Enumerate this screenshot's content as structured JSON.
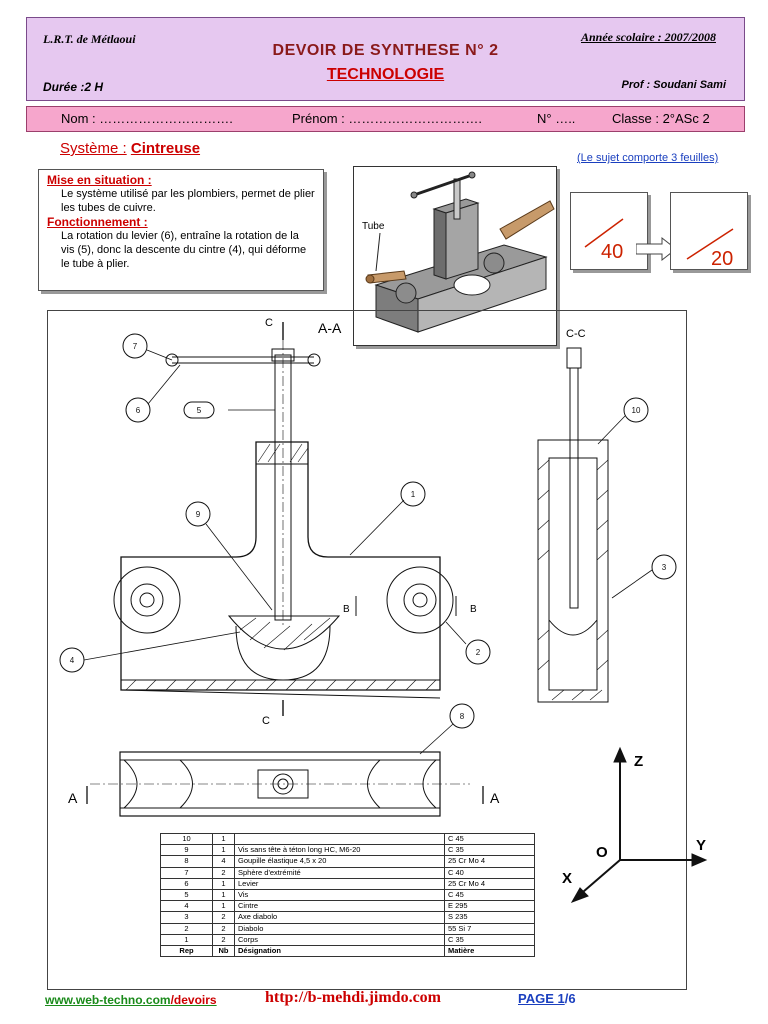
{
  "header": {
    "school": "L.R.T. de Métlaoui",
    "year": "Année scolaire : 2007/2008",
    "title": "DEVOIR  DE  SYNTHESE  N° 2",
    "subject": "TECHNOLOGIE",
    "duration": "Durée :2 H",
    "prof": "Prof : Soudani Sami"
  },
  "identity": {
    "nom": "Nom : ………………………….",
    "prenom": "Prénom : ………………………….",
    "numero": "N° …..",
    "classe": "Classe : 2°ASc 2"
  },
  "system": {
    "label": "Système :",
    "name": "Cintreuse",
    "note": "(Le sujet comporte 3 feuilles)"
  },
  "description": {
    "mise_title": "Mise en situation :",
    "mise_text": "Le système utilisé par les plombiers, permet de plier les tubes de cuivre.",
    "fonc_title": "Fonctionnement :",
    "fonc_text": "La rotation du levier (6), entraîne la rotation de la vis (5), donc la descente du cintre (4), qui déforme le tube à plier."
  },
  "photo": {
    "tube_label": "Tube"
  },
  "scale": {
    "from": "40",
    "to": "20"
  },
  "drawing": {
    "section_aa": "A-A",
    "section_cc": "C-C",
    "label_c": "C",
    "label_a": "A",
    "label_b": "B",
    "callouts": [
      "1",
      "2",
      "3",
      "4",
      "5",
      "6",
      "7",
      "8",
      "9",
      "10"
    ],
    "axes": {
      "z": "Z",
      "y": "Y",
      "x": "X",
      "o": "O"
    }
  },
  "parts_table": {
    "headers": [
      "Rep",
      "Nb",
      "Désignation",
      "Matière"
    ],
    "rows": [
      [
        "10",
        "1",
        "",
        "C 45"
      ],
      [
        "9",
        "1",
        "Vis sans tête à téton long HC, M6-20",
        "C 35"
      ],
      [
        "8",
        "4",
        "Goupille élastique 4,5 x 20",
        "25 Cr Mo 4"
      ],
      [
        "7",
        "2",
        "Sphère d'extrémité",
        "C 40"
      ],
      [
        "6",
        "1",
        "Levier",
        "25 Cr Mo 4"
      ],
      [
        "5",
        "1",
        "Vis",
        "C 45"
      ],
      [
        "4",
        "1",
        "Cintre",
        "E 295"
      ],
      [
        "3",
        "2",
        "Axe diabolo",
        "S 235"
      ],
      [
        "2",
        "2",
        "Diabolo",
        "55 Si 7"
      ],
      [
        "1",
        "2",
        "Corps",
        "C 35"
      ]
    ]
  },
  "footer": {
    "site": "www.web-techno.com",
    "site_section": "/devoirs",
    "url": "http://b-mehdi.jimdo.com",
    "page_label": "PAGE ",
    "page_num": "1",
    "page_total": "/6"
  },
  "colors": {
    "header_bg": "#e6c8f0",
    "id_bg": "#f6a6cc",
    "accent_red": "#cc0000",
    "link_blue": "#1a3fbf",
    "green": "#1a8a1a"
  }
}
